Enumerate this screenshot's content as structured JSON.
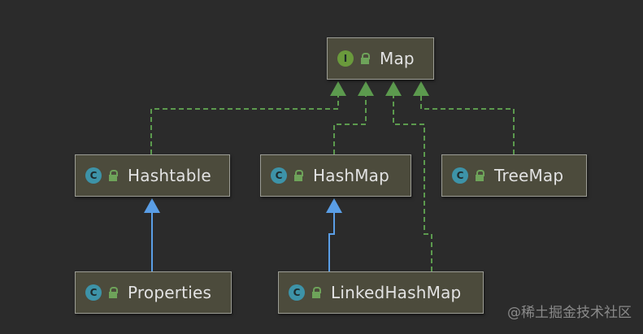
{
  "colors": {
    "background": "#2b2b2b",
    "node_fill": "#4c4b3c",
    "node_border": "#9c9d95",
    "interface_badge": "#6a9a3c",
    "class_badge": "#3d93a8",
    "lock_icon": "#6ea35a",
    "implements_edge": "#5c9a4e",
    "extends_edge": "#5a9ee6"
  },
  "nodes": [
    {
      "id": "map",
      "label": "Map",
      "kind": "I",
      "icon": "interface-icon"
    },
    {
      "id": "hashtable",
      "label": "Hashtable",
      "kind": "C",
      "icon": "class-icon"
    },
    {
      "id": "hashmap",
      "label": "HashMap",
      "kind": "C",
      "icon": "class-icon"
    },
    {
      "id": "treemap",
      "label": "TreeMap",
      "kind": "C",
      "icon": "class-icon"
    },
    {
      "id": "properties",
      "label": "Properties",
      "kind": "C",
      "icon": "class-icon"
    },
    {
      "id": "linkedhashmap",
      "label": "LinkedHashMap",
      "kind": "C",
      "icon": "class-icon"
    }
  ],
  "edges": [
    {
      "from": "hashtable",
      "to": "map",
      "type": "implements"
    },
    {
      "from": "hashmap",
      "to": "map",
      "type": "implements"
    },
    {
      "from": "linkedhashmap",
      "to": "map",
      "type": "implements"
    },
    {
      "from": "treemap",
      "to": "map",
      "type": "implements"
    },
    {
      "from": "properties",
      "to": "hashtable",
      "type": "extends"
    },
    {
      "from": "linkedhashmap",
      "to": "hashmap",
      "type": "extends"
    }
  ],
  "watermark": "@稀土掘金技术社区"
}
